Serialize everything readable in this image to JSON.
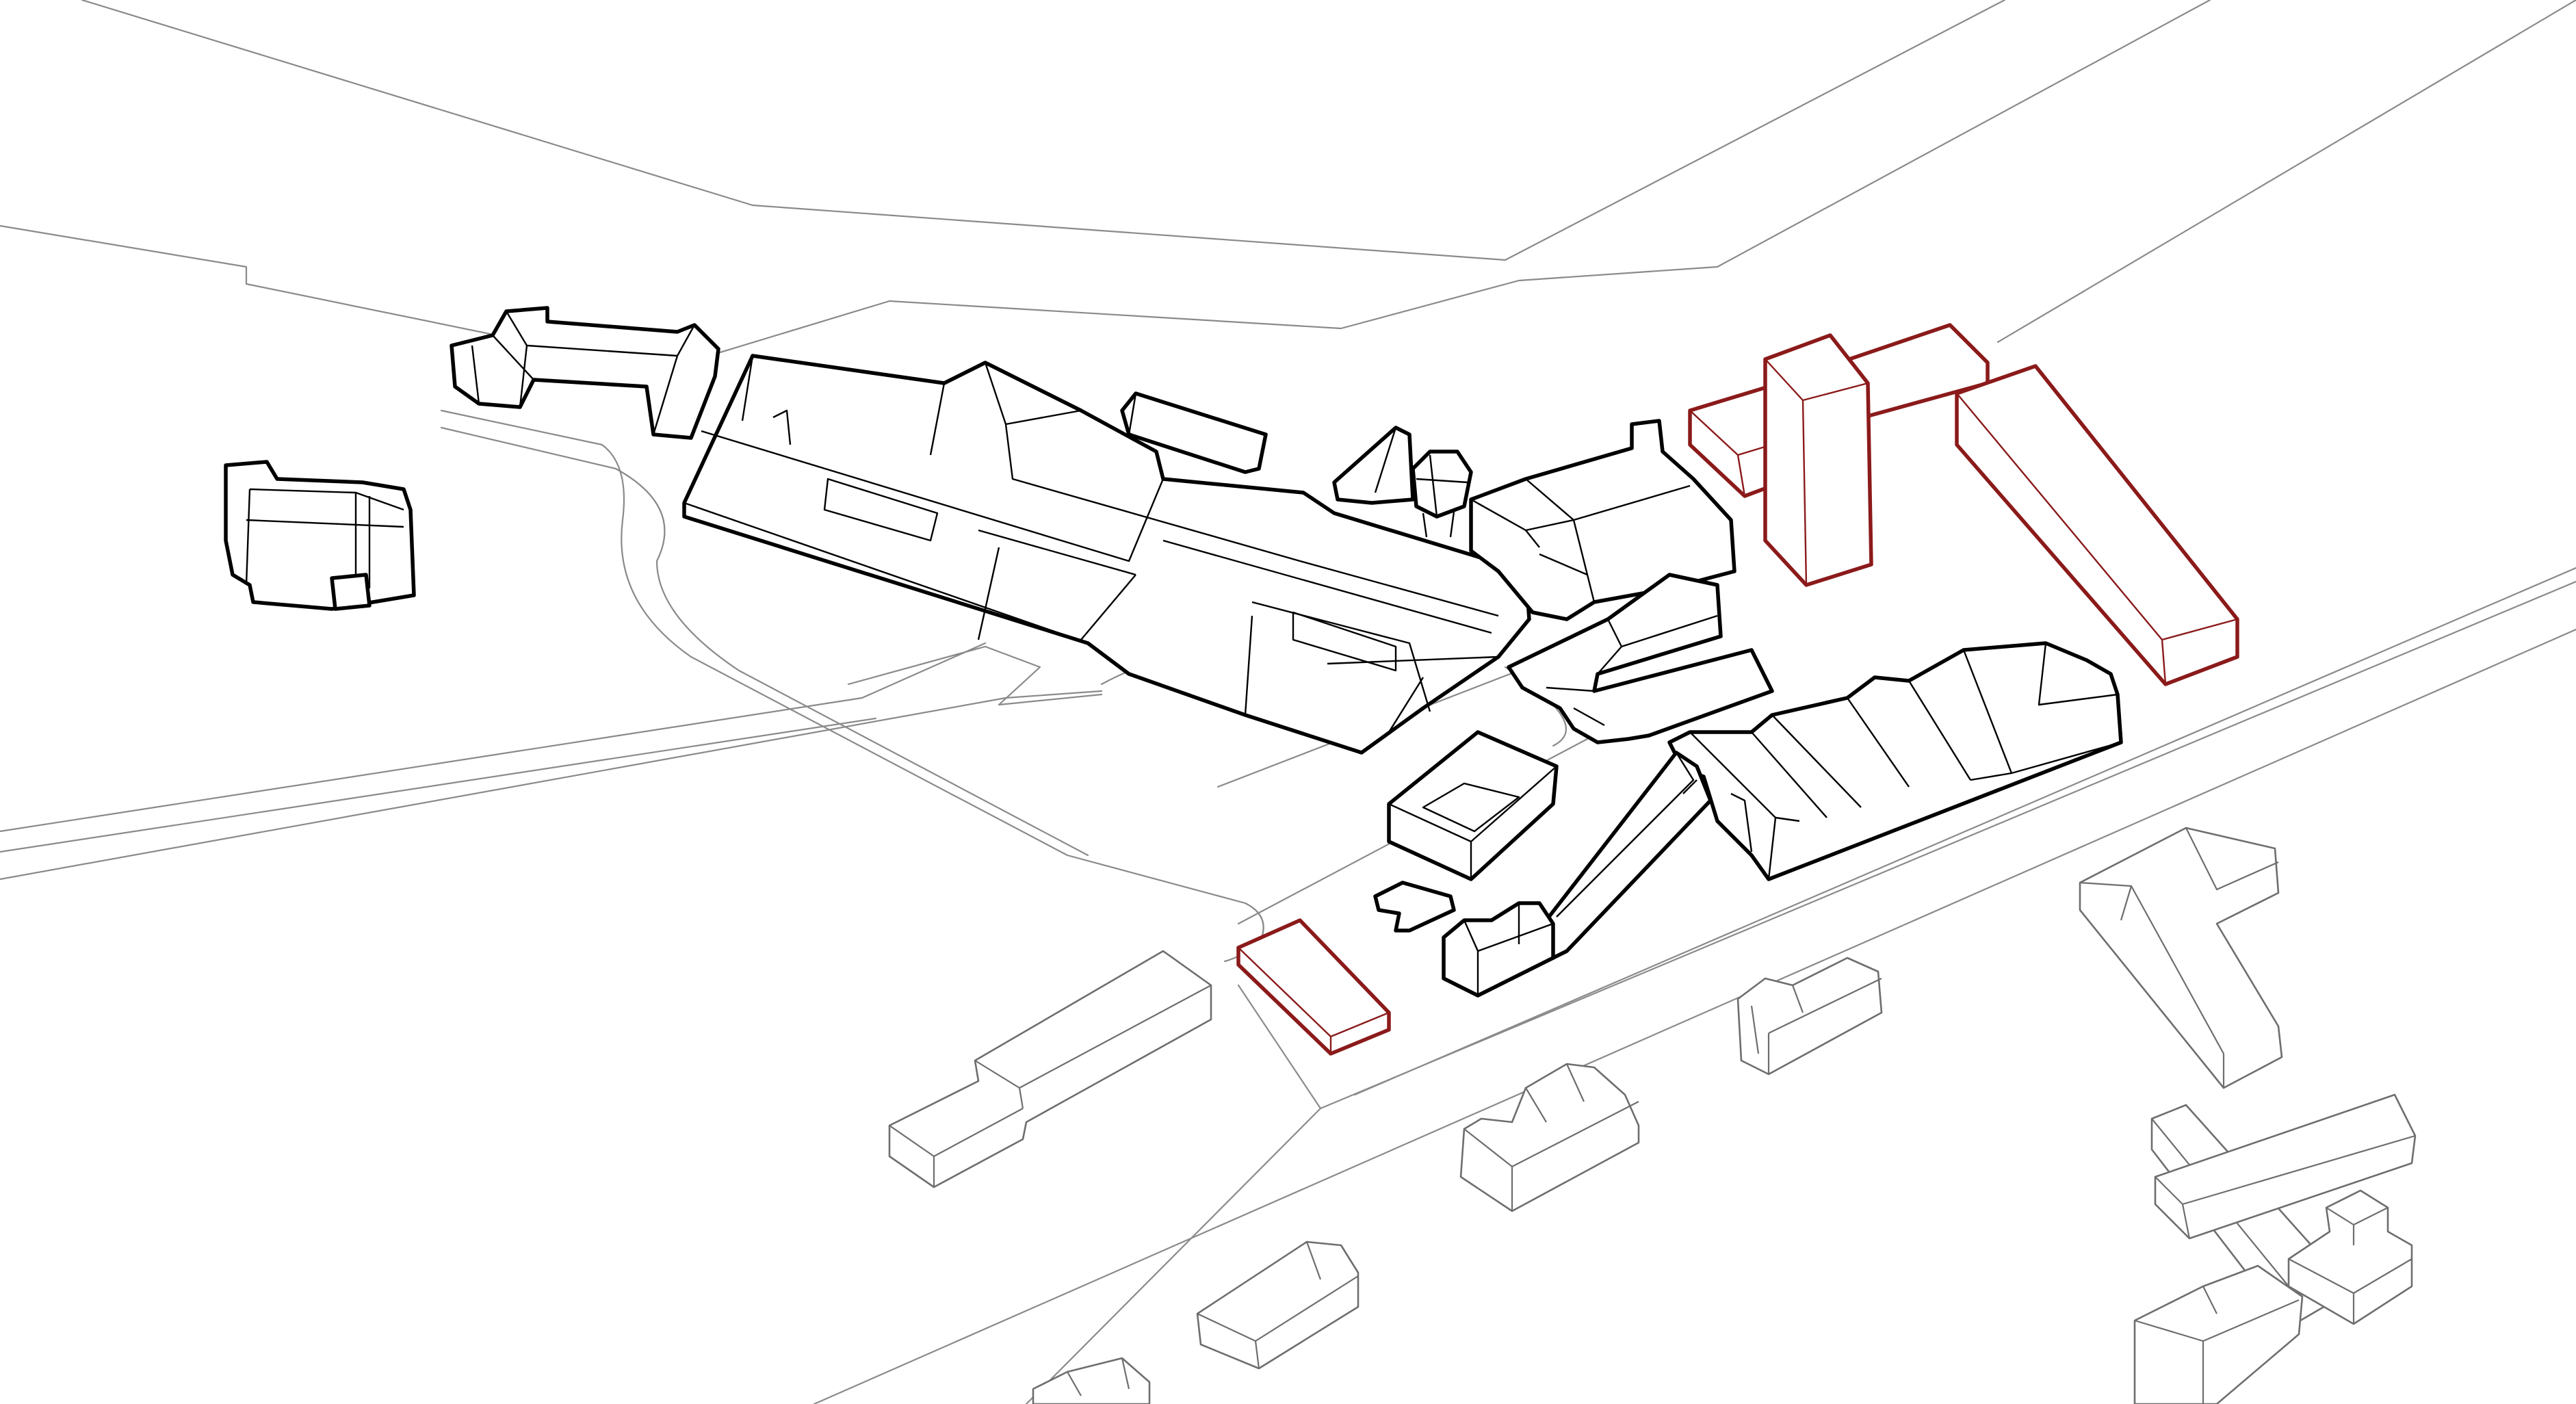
{
  "diagram": {
    "type": "axonometric site plan",
    "colors": {
      "existing_buildings": "#000000",
      "proposed_buildings": "#8b1a1a",
      "context_buildings": "#6e6e6e",
      "ground_lines": "#8a8a8a",
      "background": "#ffffff"
    },
    "groups": [
      {
        "id": "ground-lines",
        "style": "thin grey line"
      },
      {
        "id": "existing-buildings",
        "style": "heavy black outline"
      },
      {
        "id": "proposed-buildings",
        "style": "dark red outline"
      },
      {
        "id": "context-buildings",
        "style": "thin grey outline"
      }
    ]
  }
}
